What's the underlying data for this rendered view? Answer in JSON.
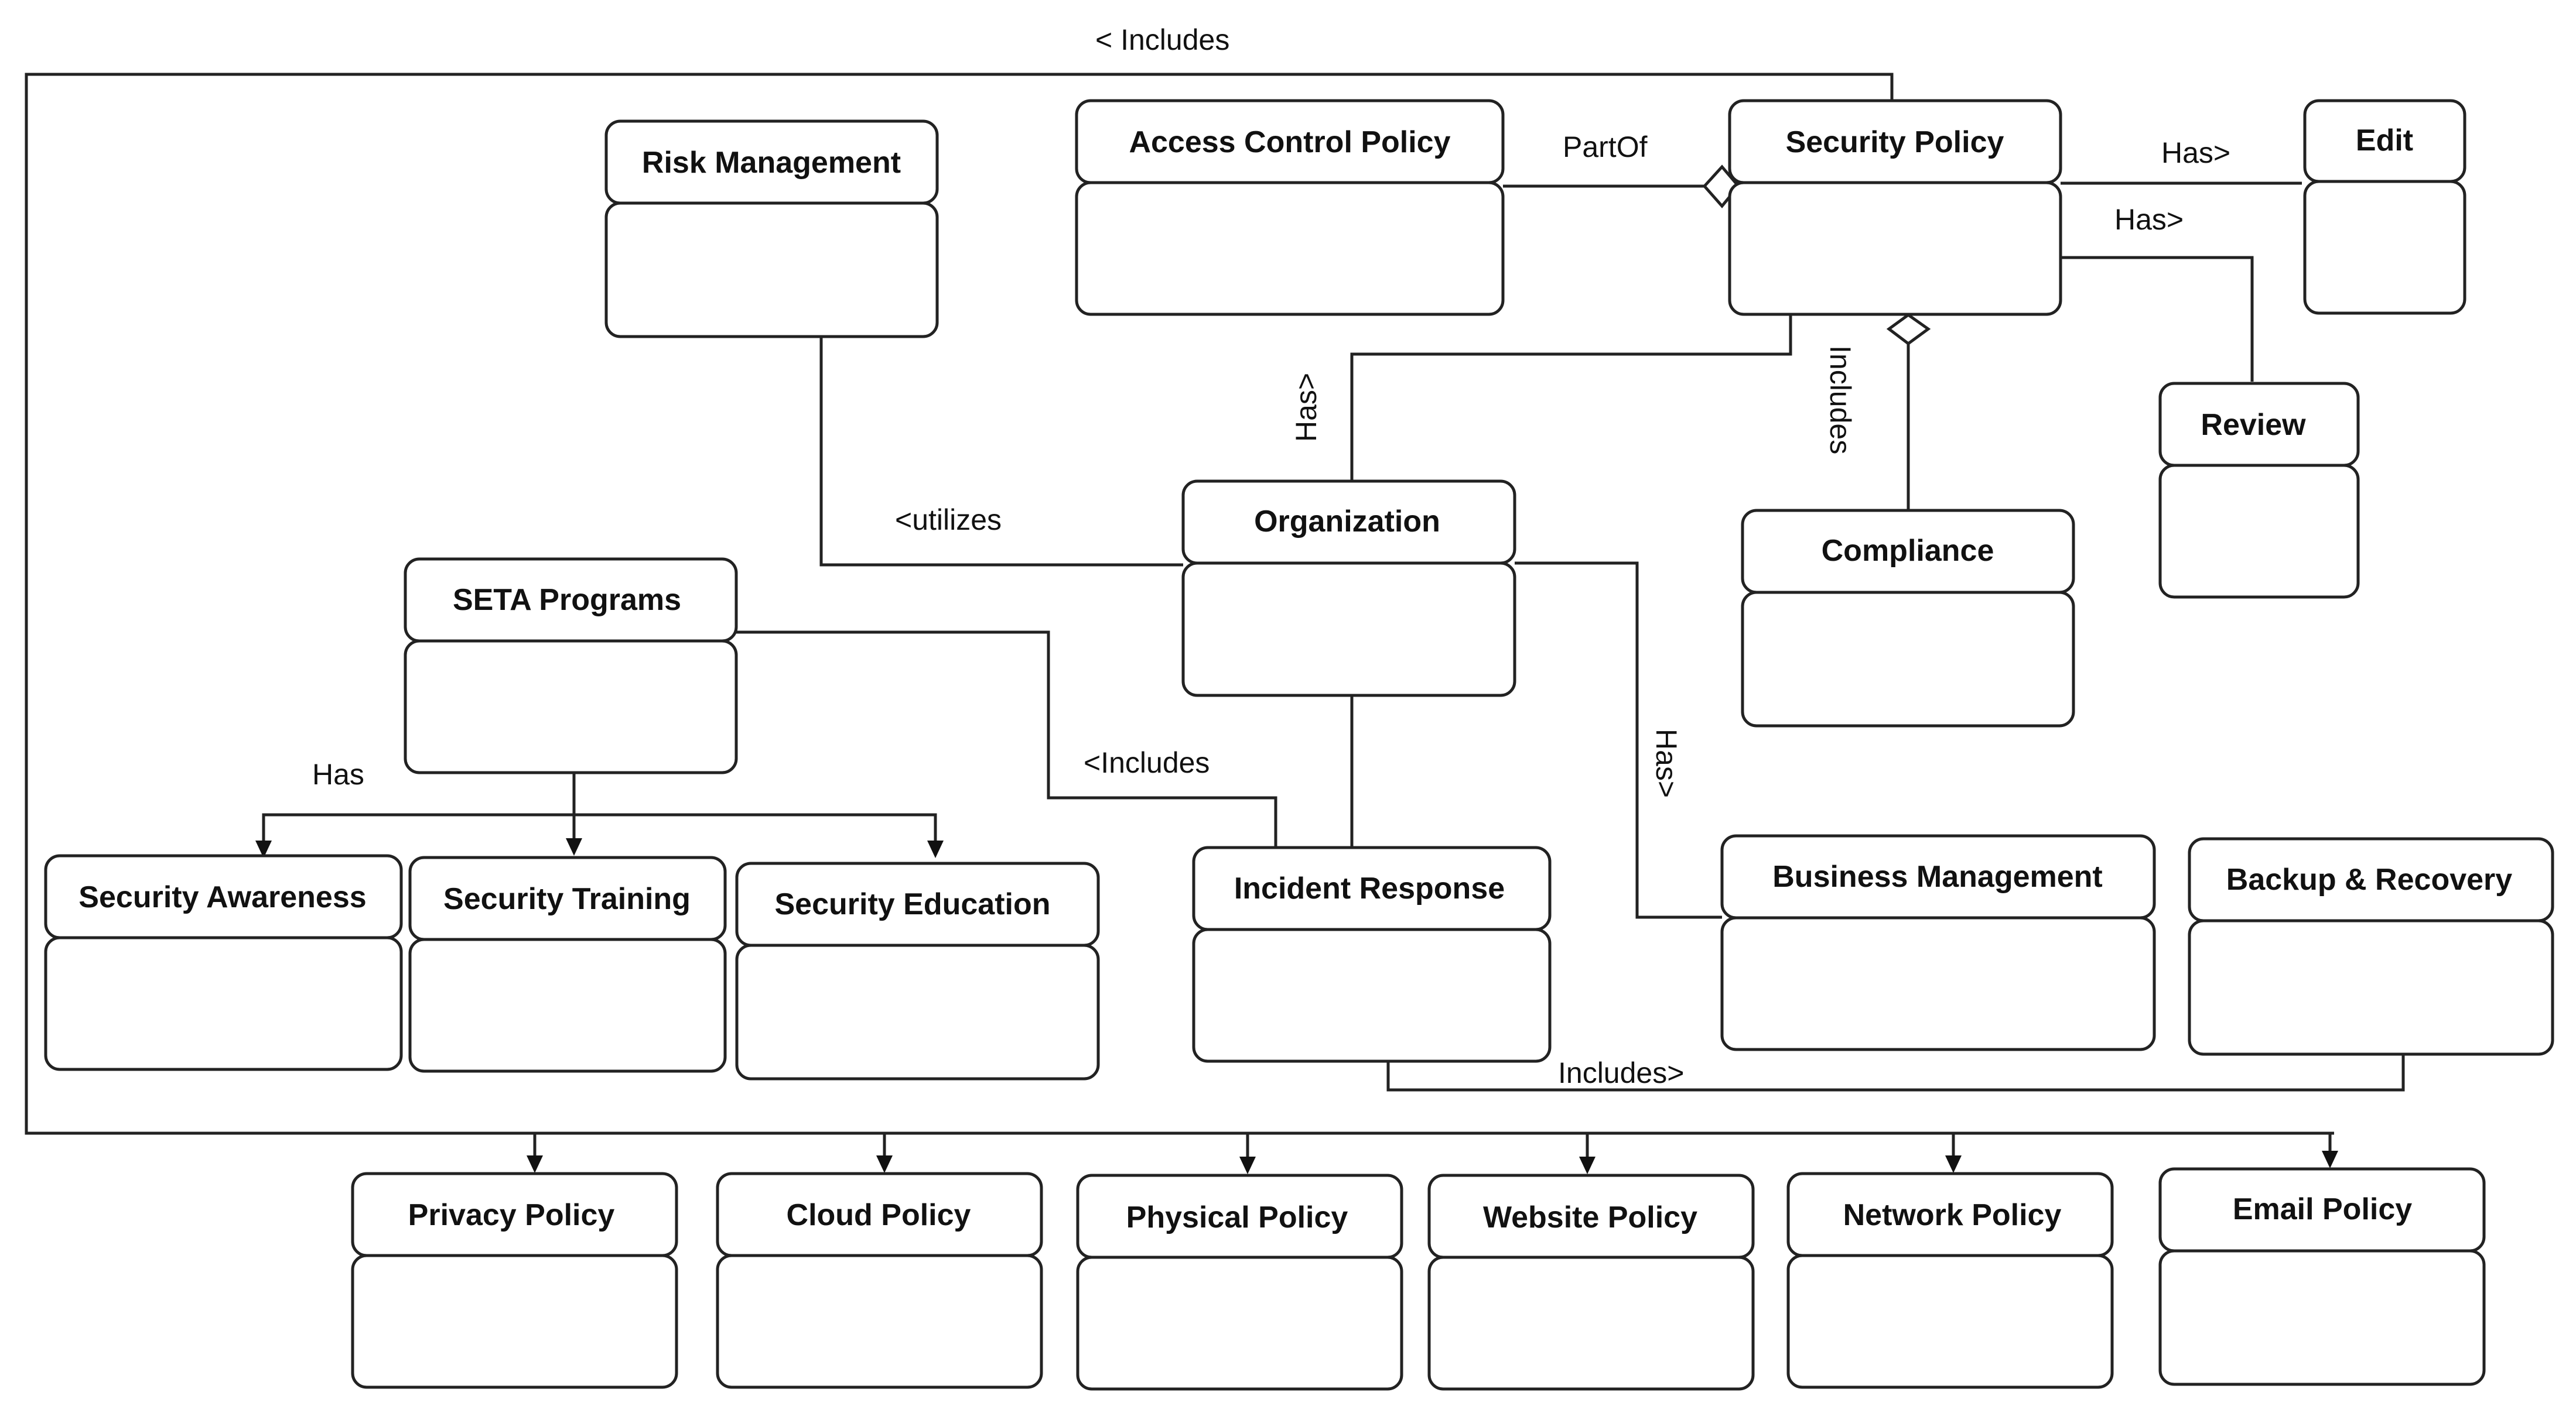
{
  "boxes": {
    "risk_management": "Risk Management",
    "access_control_policy": "Access Control Policy",
    "security_policy": "Security Policy",
    "edit": "Edit",
    "review": "Review",
    "compliance": "Compliance",
    "organization": "Organization",
    "seta_programs": "SETA Programs",
    "security_awareness": "Security Awareness",
    "security_training": "Security Training",
    "security_education": "Security Education",
    "incident_response": "Incident Response",
    "business_management": "Business Management",
    "backup_recovery": "Backup & Recovery",
    "privacy_policy": "Privacy Policy",
    "cloud_policy": "Cloud Policy",
    "physical_policy": "Physical Policy",
    "website_policy": "Website Policy",
    "network_policy": "Network Policy",
    "email_policy": "Email Policy"
  },
  "labels": {
    "includes_top": "< Includes",
    "partof": "PartOf",
    "has_edit": "Has>",
    "has_review": "Has>",
    "has_org": "Has>",
    "includes_compliance": "Includes",
    "utilizes": "<utilizes",
    "has_seta": "Has",
    "includes_seta": "<Includes",
    "has_business": "Has>",
    "includes_bottom": "Includes>"
  }
}
